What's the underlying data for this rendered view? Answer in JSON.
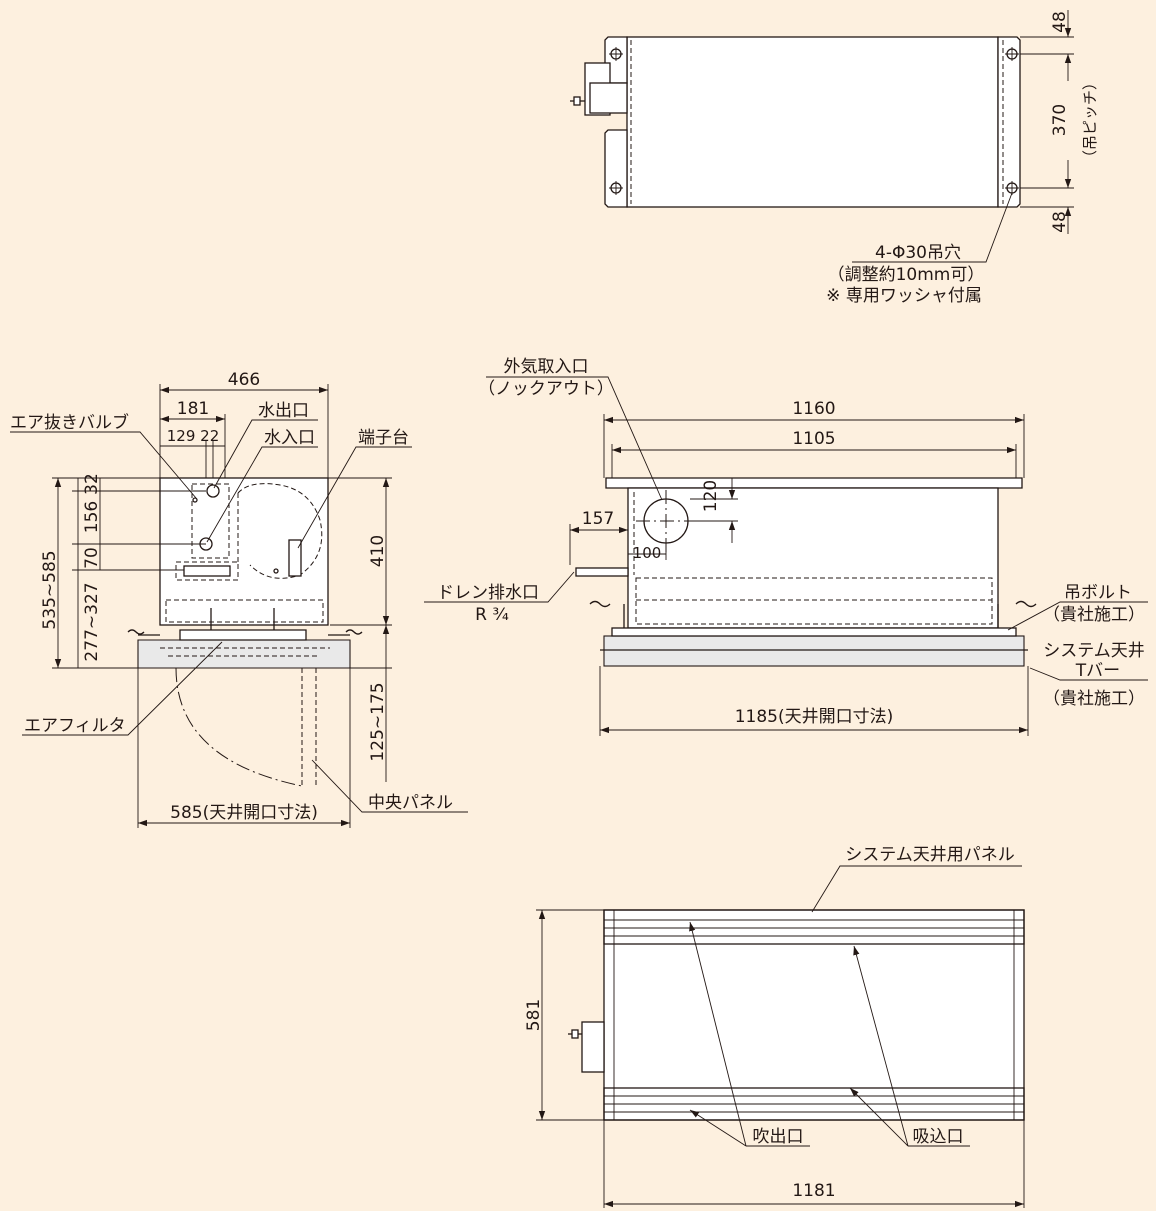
{
  "top_view": {
    "dim_48_top": "48",
    "dim_370": "370",
    "dim_pitch": "（吊ピッチ）",
    "dim_48_bottom": "48",
    "hole_note": "4-Φ30吊穴",
    "hole_adjust": "（調整約10mm可）",
    "washer_note": "※ 専用ワッシャ付属"
  },
  "side_view": {
    "dim_466": "466",
    "dim_181": "181",
    "dim_129_22": "129 22",
    "label_air_vent": "エア抜きバルブ",
    "label_water_out": "水出口",
    "label_water_in": "水入口",
    "label_terminal": "端子台",
    "dim_32": "32",
    "dim_156": "156",
    "dim_70": "70",
    "dim_535_585": "535~585",
    "dim_277_327": "277~327",
    "dim_410": "410",
    "dim_125_175": "125~175",
    "label_air_filter": "エアフィルタ",
    "label_center_panel": "中央パネル",
    "dim_585": "585(天井開口寸法)"
  },
  "front_view": {
    "label_fresh_air": "外気取入口",
    "label_knockout": "（ノックアウト）",
    "dim_1160": "1160",
    "dim_1105": "1105",
    "dim_120": "120",
    "dim_157": "157",
    "dim_100": "100",
    "label_drain": "ドレン排水口",
    "label_drain_size": "R ³⁄₄",
    "label_hanging_bolt": "吊ボルト",
    "label_by_client_1": "（貴社施工）",
    "label_system_ceiling": "システム天井",
    "label_t_bar": "Tバー",
    "label_by_client_2": "（貴社施工）",
    "dim_1185": "1185(天井開口寸法)"
  },
  "bottom_view": {
    "label_panel": "システム天井用パネル",
    "dim_581": "581",
    "label_outlet": "吹出口",
    "label_inlet": "吸込口",
    "dim_1181": "1181"
  }
}
